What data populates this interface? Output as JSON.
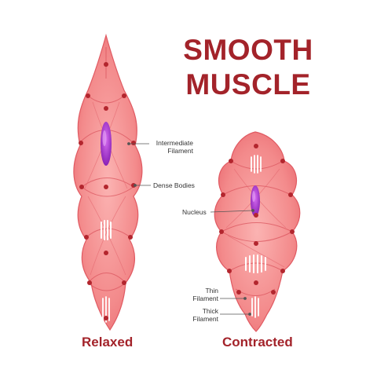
{
  "title": {
    "line1": "SMOOTH",
    "line2": "MUSCLE"
  },
  "captions": {
    "relaxed": "Relaxed",
    "contracted": "Contracted"
  },
  "labels": {
    "intermediate_filament_1": "Intermediate",
    "intermediate_filament_2": "Filament",
    "dense_bodies": "Dense Bodies",
    "nucleus": "Nucleus",
    "thin_filament_1": "Thin",
    "thin_filament_2": "Filament",
    "thick_filament_1": "Thick",
    "thick_filament_2": "Filament"
  },
  "colors": {
    "title": "#a3232a",
    "cell_fill": "#f0787c",
    "cell_light": "#f9a7a7",
    "cell_outline": "#e05a62",
    "dense_body": "#b3262e",
    "nucleus": "#9b2fc6",
    "filament": "#ffffff"
  }
}
